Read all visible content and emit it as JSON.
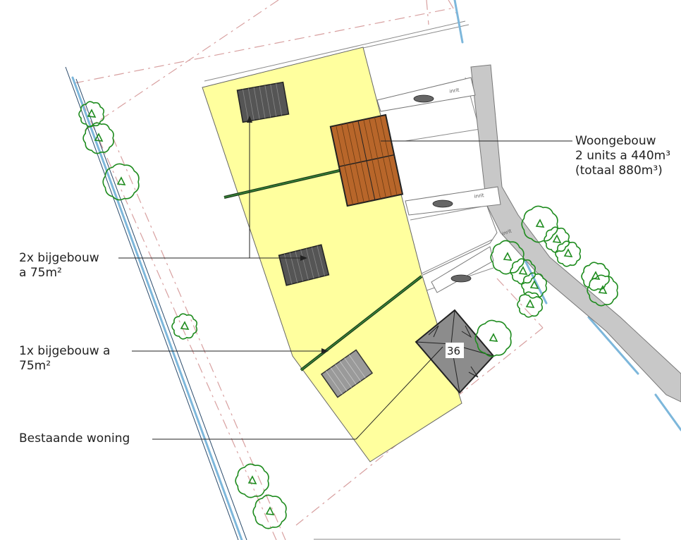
{
  "labels": {
    "woongebouw": [
      "Woongebouw",
      "2 units a 440m³",
      "(totaal 880m³)"
    ],
    "bijgebouw_2x": [
      "2x bijgebouw",
      "a 75m²"
    ],
    "bijgebouw_1x": [
      "1x bijgebouw a",
      "75m²"
    ],
    "bestaande_woning": "Bestaande woning",
    "house_number": "36",
    "inrit": "inrit"
  },
  "colors": {
    "plot_fill": "#ffff9e",
    "new_building": "#b8662a",
    "outbuilding_dark": "#555555",
    "outbuilding_light": "#9a9a9a",
    "existing_house": "#8c8c8c",
    "road": "#c8c8c8",
    "tree_green": "#1f8c1f",
    "ditch_blue": "#7db7db",
    "boundary_dash": "#d8a0a0"
  }
}
